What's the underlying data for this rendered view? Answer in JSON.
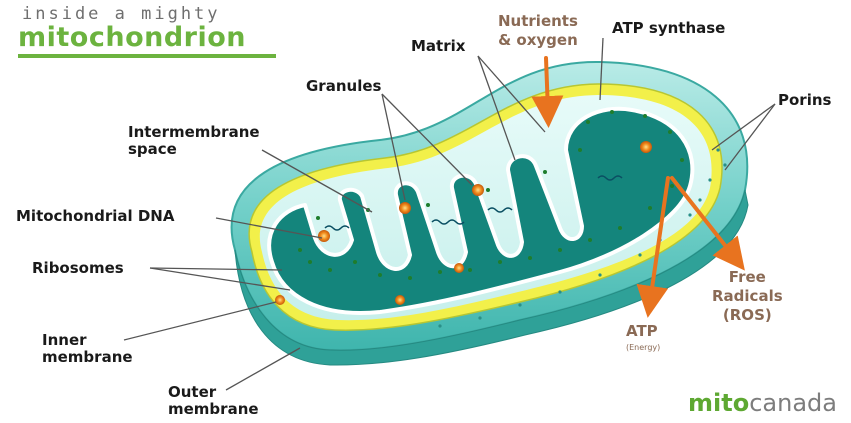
{
  "header": {
    "tagline": "inside a mighty",
    "title": "mitochondrion"
  },
  "labels": {
    "nutrients": "Nutrients\n& oxygen",
    "atp_synthase": "ATP synthase",
    "matrix": "Matrix",
    "granules": "Granules",
    "porins": "Porins",
    "intermembrane": "Intermembrane\nspace",
    "mito_dna": "Mitochondrial DNA",
    "ribosomes": "Ribosomes",
    "inner_membrane": "Inner\nmembrane",
    "outer_membrane": "Outer\nmembrane",
    "free_radicals": "Free\nRadicals\n(ROS)",
    "atp": "ATP",
    "atp_energy": "(Energy)"
  },
  "brand": {
    "part1": "mit",
    "part2": "o",
    "part3": "canada"
  },
  "colors": {
    "brand_green": "#6cb33f",
    "arrow_orange": "#e8731f",
    "outer_teal": "#5ec6c1",
    "matrix_teal": "#14857c",
    "membrane_yellow": "#f2f04a"
  }
}
